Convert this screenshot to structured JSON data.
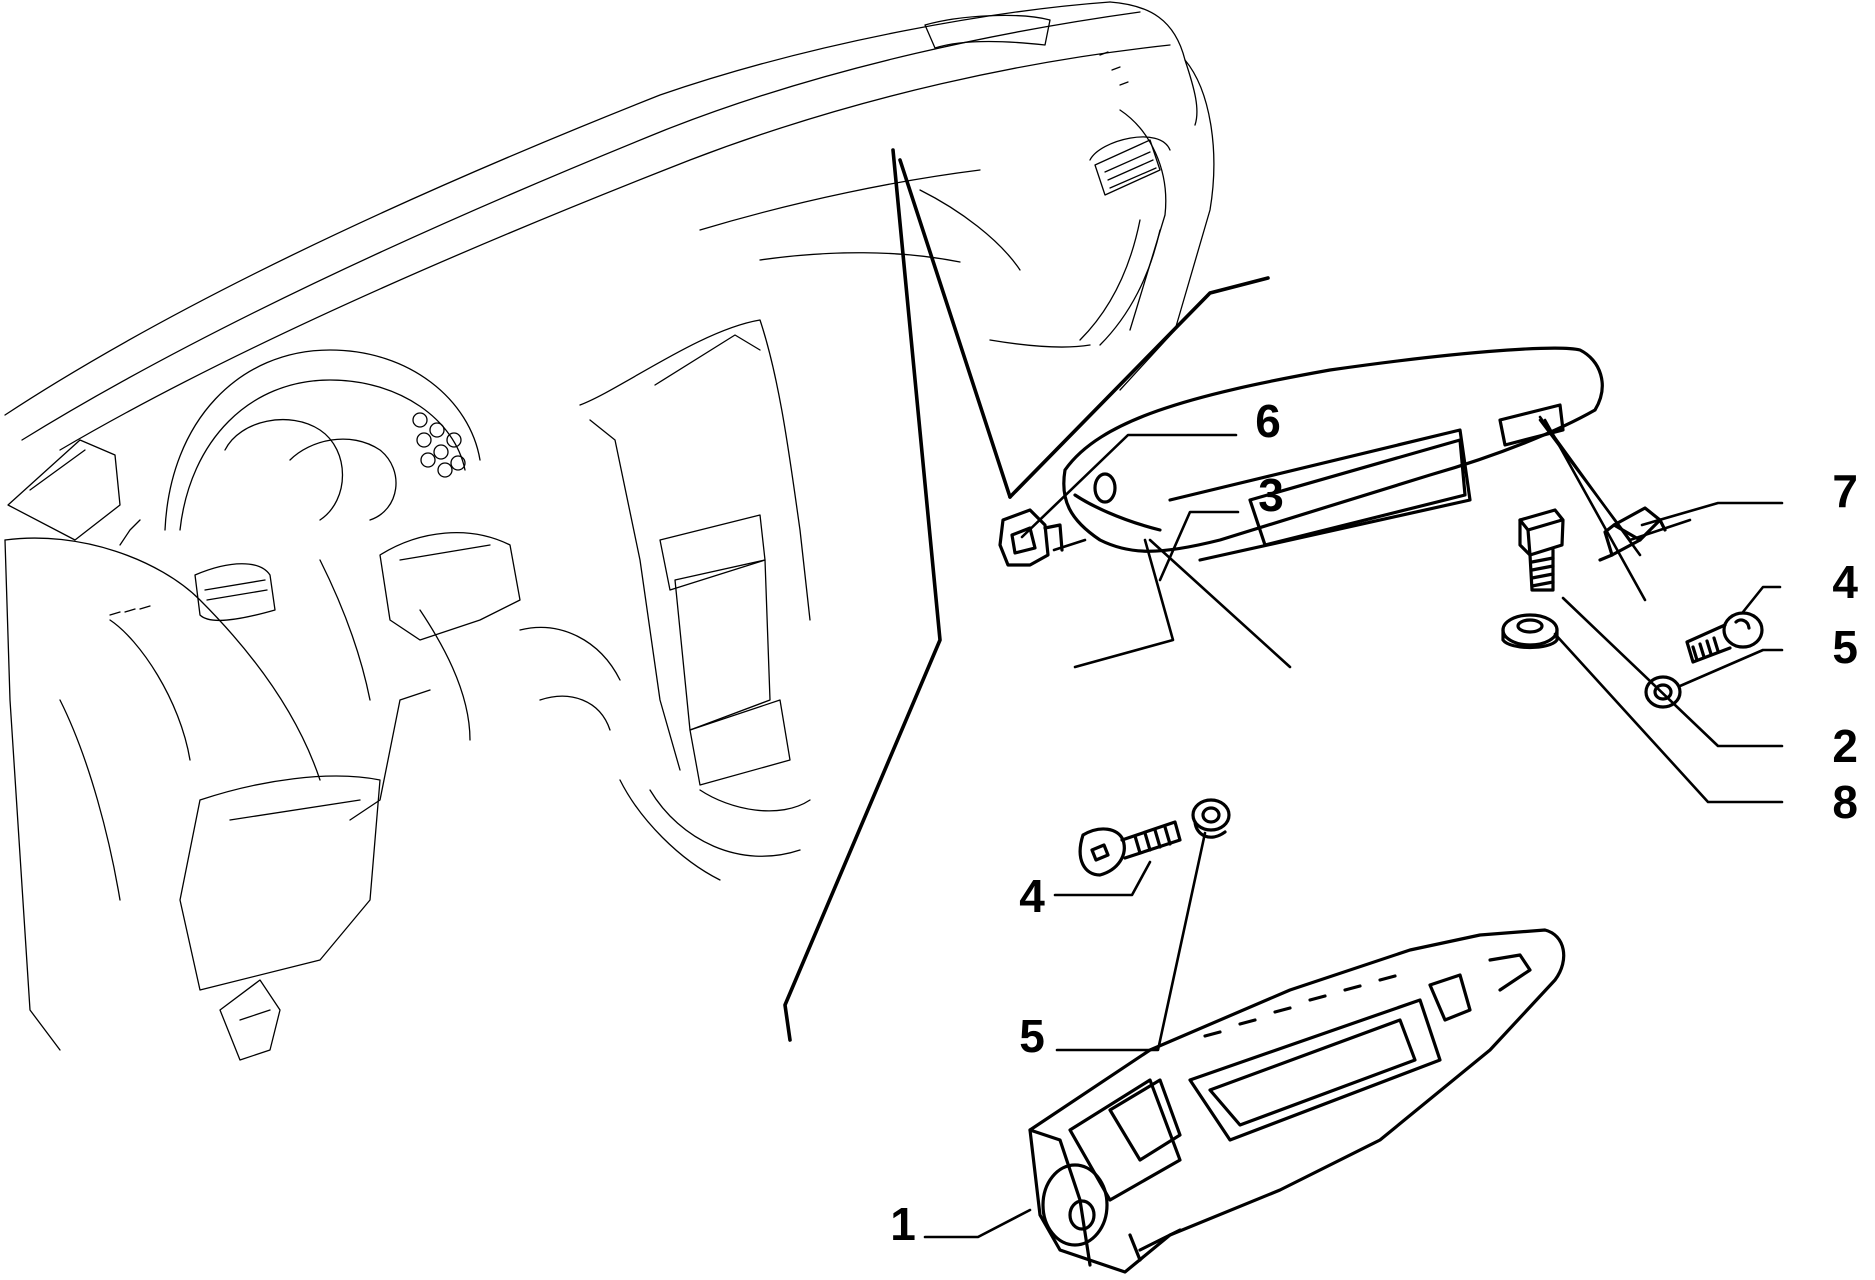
{
  "diagram": {
    "callouts": [
      {
        "id": "c6",
        "label": "6"
      },
      {
        "id": "c3",
        "label": "3"
      },
      {
        "id": "c7",
        "label": "7"
      },
      {
        "id": "c4a",
        "label": "4"
      },
      {
        "id": "c5a",
        "label": "5"
      },
      {
        "id": "c2",
        "label": "2"
      },
      {
        "id": "c8",
        "label": "8"
      },
      {
        "id": "c4b",
        "label": "4"
      },
      {
        "id": "c5b",
        "label": "5"
      },
      {
        "id": "c1",
        "label": "1"
      }
    ]
  },
  "colors": {
    "ink": "#000000",
    "background": "#ffffff"
  }
}
